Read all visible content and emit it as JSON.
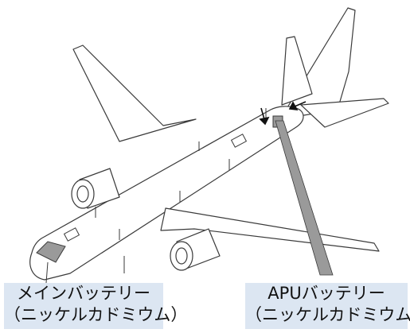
{
  "labels": {
    "main_battery": {
      "name": "メインバッテリー",
      "type": "（ニッケルカドミウム）"
    },
    "apu_battery": {
      "name": "APUバッテリー",
      "type": "（ニッケルカドミウム）"
    }
  },
  "colors": {
    "label_background": "#dce6f2",
    "battery_highlight": "#9a9a9a",
    "outline": "#3a3a3a"
  }
}
